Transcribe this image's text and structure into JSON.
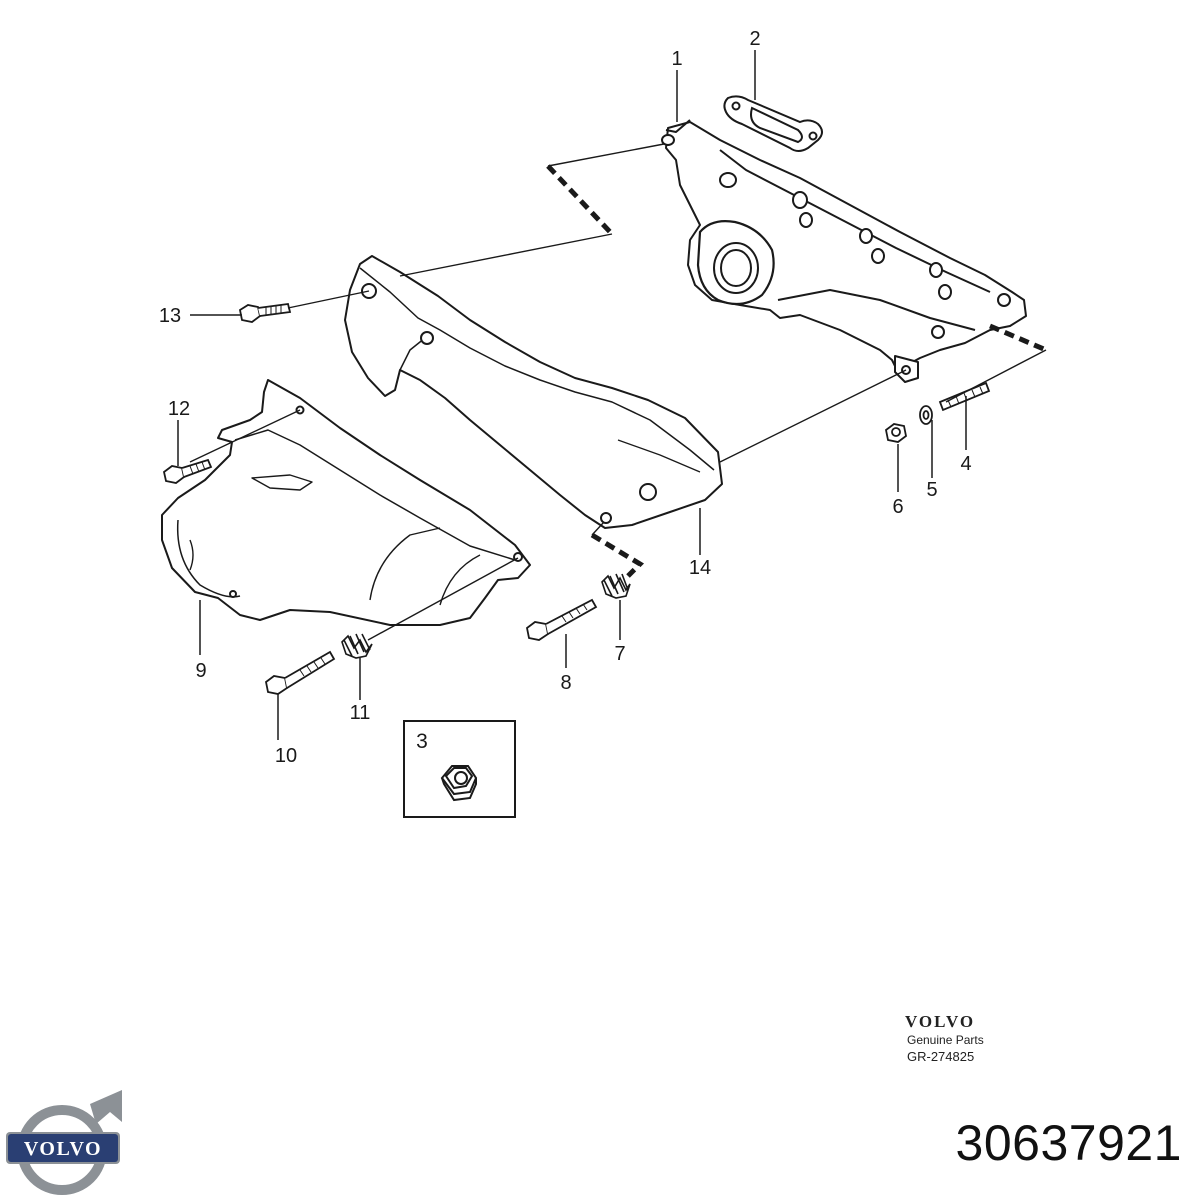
{
  "diagram": {
    "callouts": [
      "1",
      "2",
      "3",
      "4",
      "5",
      "6",
      "7",
      "8",
      "9",
      "10",
      "11",
      "12",
      "13",
      "14"
    ],
    "inset_label": "3"
  },
  "branding": {
    "wordmark": "VOLVO",
    "subtitle": "Genuine Parts",
    "reference": "GR-274825",
    "logo_text": "VOLVO"
  },
  "part_number": "30637921",
  "colors": {
    "line": "#1a1a1a",
    "fill": "#ffffff",
    "logo_grey": "#8c9196",
    "logo_blue": "#2a3f73"
  }
}
